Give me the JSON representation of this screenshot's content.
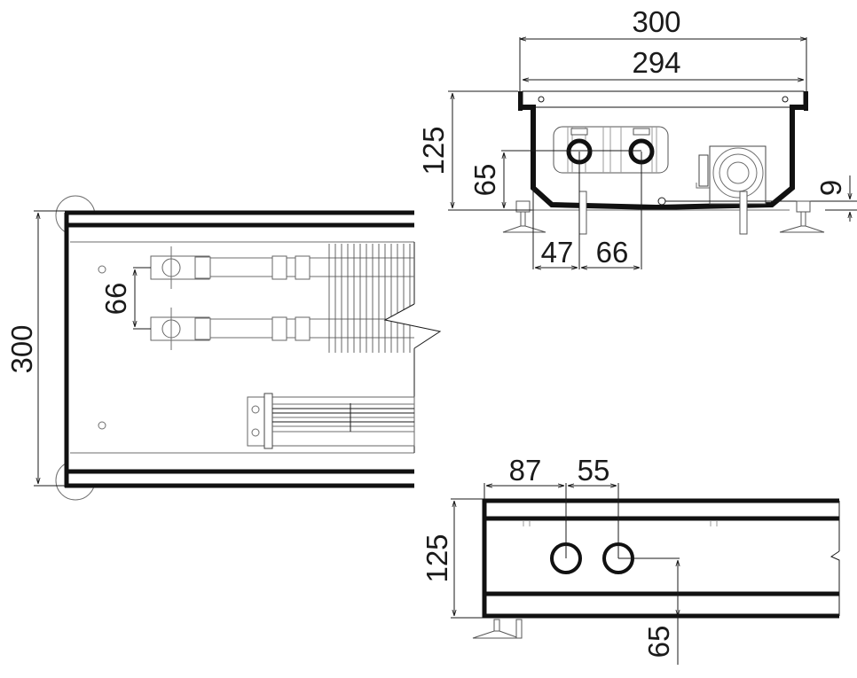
{
  "drawing": {
    "type": "trench convector technical drawing",
    "units": "mm",
    "line_color": "#111111",
    "background": "#ffffff"
  },
  "section_view": {
    "dims": {
      "overall_width": "300",
      "inner_width": "294",
      "height": "125",
      "pipe_axis_height": "65",
      "leg_offset": "9",
      "first_pipe_offset": "47",
      "pipe_spacing": "66"
    }
  },
  "plan_view": {
    "dims": {
      "width": "300",
      "pipe_spacing": "66"
    }
  },
  "side_view": {
    "dims": {
      "first_pipe_offset": "87",
      "pipe_spacing": "55",
      "height": "125",
      "pipe_axis_height": "65"
    }
  }
}
